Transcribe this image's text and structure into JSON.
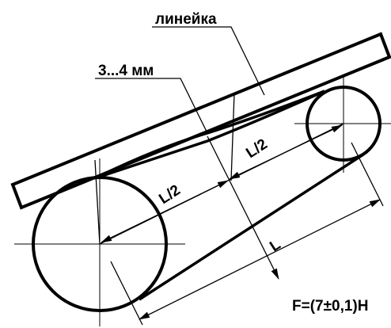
{
  "labels": {
    "ruler": "линейка",
    "deflection": "3...4 мм",
    "half_left": "L/2",
    "half_right": "L/2",
    "length": "L",
    "force": "F=(7±0,1)H"
  }
}
